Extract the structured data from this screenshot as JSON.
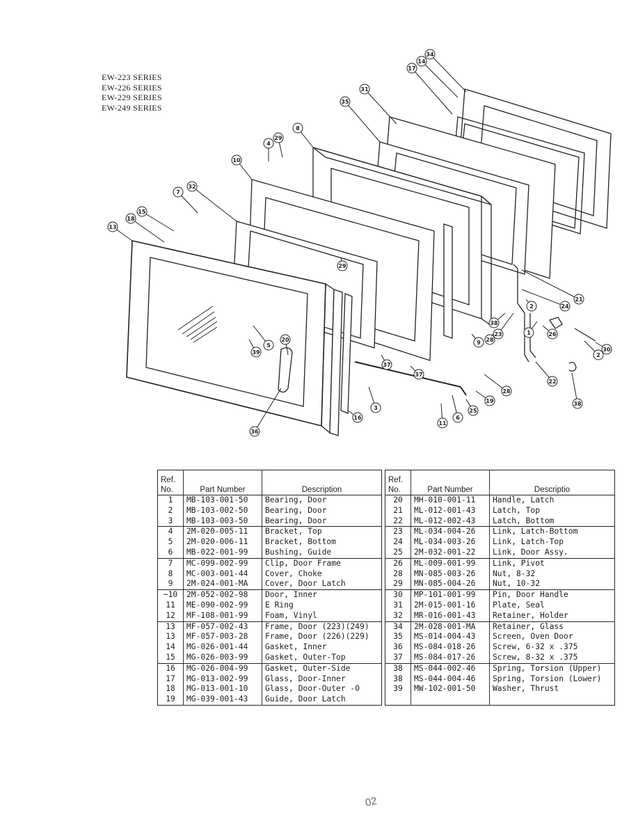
{
  "series": [
    "EW-223 SERIES",
    "EW-226 SERIES",
    "EW-229 SERIES",
    "EW-249 SERIES"
  ],
  "callouts": [
    {
      "label": "34"
    },
    {
      "label": "14"
    },
    {
      "label": "17"
    },
    {
      "label": "31"
    },
    {
      "label": "35"
    },
    {
      "label": "8"
    },
    {
      "label": "4"
    },
    {
      "label": "29"
    },
    {
      "label": "10"
    },
    {
      "label": "32"
    },
    {
      "label": "7"
    },
    {
      "label": "15"
    },
    {
      "label": "18"
    },
    {
      "label": "13"
    },
    {
      "label": "29"
    },
    {
      "label": "5"
    },
    {
      "label": "20"
    },
    {
      "label": "39"
    },
    {
      "label": "36"
    },
    {
      "label": "16"
    },
    {
      "label": "3"
    },
    {
      "label": "37"
    },
    {
      "label": "37"
    },
    {
      "label": "11"
    },
    {
      "label": "6"
    },
    {
      "label": "25"
    },
    {
      "label": "19"
    },
    {
      "label": "28"
    },
    {
      "label": "9"
    },
    {
      "label": "28"
    },
    {
      "label": "23"
    },
    {
      "label": "38"
    },
    {
      "label": "2"
    },
    {
      "label": "24"
    },
    {
      "label": "21"
    },
    {
      "label": "1"
    },
    {
      "label": "26"
    },
    {
      "label": "2"
    },
    {
      "label": "30"
    },
    {
      "label": "22"
    },
    {
      "label": "38"
    }
  ],
  "table": {
    "headers": {
      "ref": "Ref.\nNo.",
      "part": "Part Number",
      "desc": "Description"
    },
    "right_headers": {
      "ref": "Ref.\nNo.",
      "part": "Part Number",
      "desc": "Descriptio"
    },
    "left": [
      [
        {
          "ref": "1",
          "part": "MB-103-001-50",
          "desc": "Bearing, Door"
        },
        {
          "ref": "2",
          "part": "MB-103-002-50",
          "desc": "Bearing, Door"
        },
        {
          "ref": "3",
          "part": "MB-103-003-50",
          "desc": "Bearing, Door"
        }
      ],
      [
        {
          "ref": "4",
          "part": "2M-020-005-11",
          "desc": "Bracket, Top"
        },
        {
          "ref": "5",
          "part": "2M-020-006-11",
          "desc": "Bracket, Bottom"
        },
        {
          "ref": "6",
          "part": "MB-022-001-99",
          "desc": "Bushing, Guide"
        }
      ],
      [
        {
          "ref": "7",
          "part": "MC-099-002-99",
          "desc": "Clip, Door Frame"
        },
        {
          "ref": "8",
          "part": "MC-003-001-44",
          "desc": "Cover, Choke"
        },
        {
          "ref": "9",
          "part": "2M-024-001-MA",
          "desc": "Cover, Door Latch"
        }
      ],
      [
        {
          "ref": "~10",
          "part": "2M-052-002-98",
          "desc": "Door, Inner"
        },
        {
          "ref": "11",
          "part": "ME-090-002-99",
          "desc": "E Ring"
        },
        {
          "ref": "12",
          "part": "MF-108-001-99",
          "desc": "Foam, Vinyl"
        }
      ],
      [
        {
          "ref": "13",
          "part": "MF-057-002-43",
          "desc": "Frame, Door (223)(249)"
        },
        {
          "ref": "13",
          "part": "MF-057-003-28",
          "desc": "Frame, Door (226)(229)"
        },
        {
          "ref": "14",
          "part": "MG-026-001-44",
          "desc": "Gasket, Inner"
        },
        {
          "ref": "15",
          "part": "MG-026-003-99",
          "desc": "Gasket, Outer-Top"
        }
      ],
      [
        {
          "ref": "16",
          "part": "MG-026-004-99",
          "desc": "Gasket, Outer-Side"
        },
        {
          "ref": "17",
          "part": "MG-013-002-99",
          "desc": "Glass, Door-Inner"
        },
        {
          "ref": "18",
          "part": "MG-013-001-10",
          "desc": "Glass, Door-Outer -0"
        },
        {
          "ref": "19",
          "part": "MG-039-001-43",
          "desc": "Guide, Door Latch"
        }
      ]
    ],
    "right": [
      [
        {
          "ref": "20",
          "part": "MH-010-001-11",
          "desc": "Handle, Latch"
        },
        {
          "ref": "21",
          "part": "ML-012-001-43",
          "desc": "Latch, Top"
        },
        {
          "ref": "22",
          "part": "ML-012-002-43",
          "desc": "Latch, Bottom"
        }
      ],
      [
        {
          "ref": "23",
          "part": "ML-034-004-26",
          "desc": "Link, Latch-Bottom"
        },
        {
          "ref": "24",
          "part": "ML-034-003-26",
          "desc": "Link, Latch-Top"
        },
        {
          "ref": "25",
          "part": "2M-032-001-22",
          "desc": "Link, Door Assy."
        }
      ],
      [
        {
          "ref": "26",
          "part": "ML-009-001-99",
          "desc": "Link, Pivot"
        },
        {
          "ref": "28",
          "part": "MN-085-003-26",
          "desc": "Nut, 8-32"
        },
        {
          "ref": "29",
          "part": "MN-085-004-26",
          "desc": "Nut, 10-32"
        }
      ],
      [
        {
          "ref": "30",
          "part": "MP-101-001-99",
          "desc": "Pin, Door Handle"
        },
        {
          "ref": "31",
          "part": "2M-015-001-16",
          "desc": "Plate, Seal"
        },
        {
          "ref": "32",
          "part": "MR-016-001-43",
          "desc": "Retainer, Holder"
        }
      ],
      [
        {
          "ref": "34",
          "part": "2M-028-001-MA",
          "desc": "Retainer, Glass"
        },
        {
          "ref": "35",
          "part": "MS-014-004-43",
          "desc": "Screen, Oven Door"
        },
        {
          "ref": "36",
          "part": "MS-084-018-26",
          "desc": "Screw, 6-32 x .375"
        },
        {
          "ref": "37",
          "part": "MS-084-017-26",
          "desc": "Screw, 8-32 x .375"
        }
      ],
      [
        {
          "ref": "38",
          "part": "MS-044-002-46",
          "desc": "Spring, Torsion (Upper)"
        },
        {
          "ref": "38",
          "part": "MS-044-004-46",
          "desc": "Spring, Torsion (Lower)"
        },
        {
          "ref": "39",
          "part": "MW-102-001-50",
          "desc": "Washer, Thrust"
        },
        {
          "ref": "",
          "part": "",
          "desc": ""
        }
      ]
    ]
  },
  "page_mark": "02"
}
